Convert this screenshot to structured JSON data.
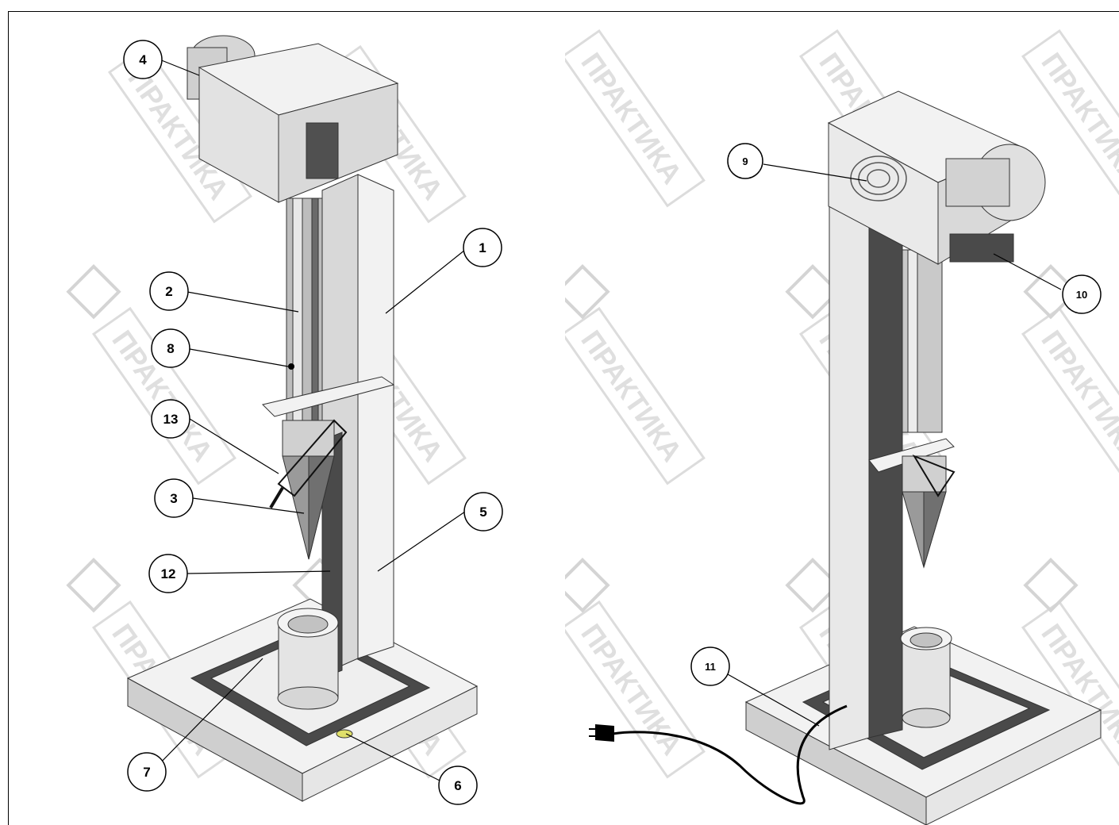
{
  "watermark": {
    "text": "ПРАКТИКА",
    "logo_icon": "praktika-logo-icon"
  },
  "left_view": {
    "callouts": [
      {
        "id": "1",
        "label": "1"
      },
      {
        "id": "2",
        "label": "2"
      },
      {
        "id": "3",
        "label": "3"
      },
      {
        "id": "4",
        "label": "4"
      },
      {
        "id": "5",
        "label": "5"
      },
      {
        "id": "6",
        "label": "6"
      },
      {
        "id": "7",
        "label": "7"
      },
      {
        "id": "8",
        "label": "8"
      },
      {
        "id": "12",
        "label": "12"
      },
      {
        "id": "13",
        "label": "13"
      }
    ]
  },
  "right_view": {
    "callouts": [
      {
        "id": "9",
        "label": "9"
      },
      {
        "id": "10",
        "label": "10"
      },
      {
        "id": "11",
        "label": "11"
      }
    ]
  },
  "colors": {
    "frame": "#000000",
    "part_light": "#f2f2f2",
    "part_mid": "#cfcfcf",
    "part_dark": "#4a4a4a",
    "watermark": "#d9d9d9"
  }
}
